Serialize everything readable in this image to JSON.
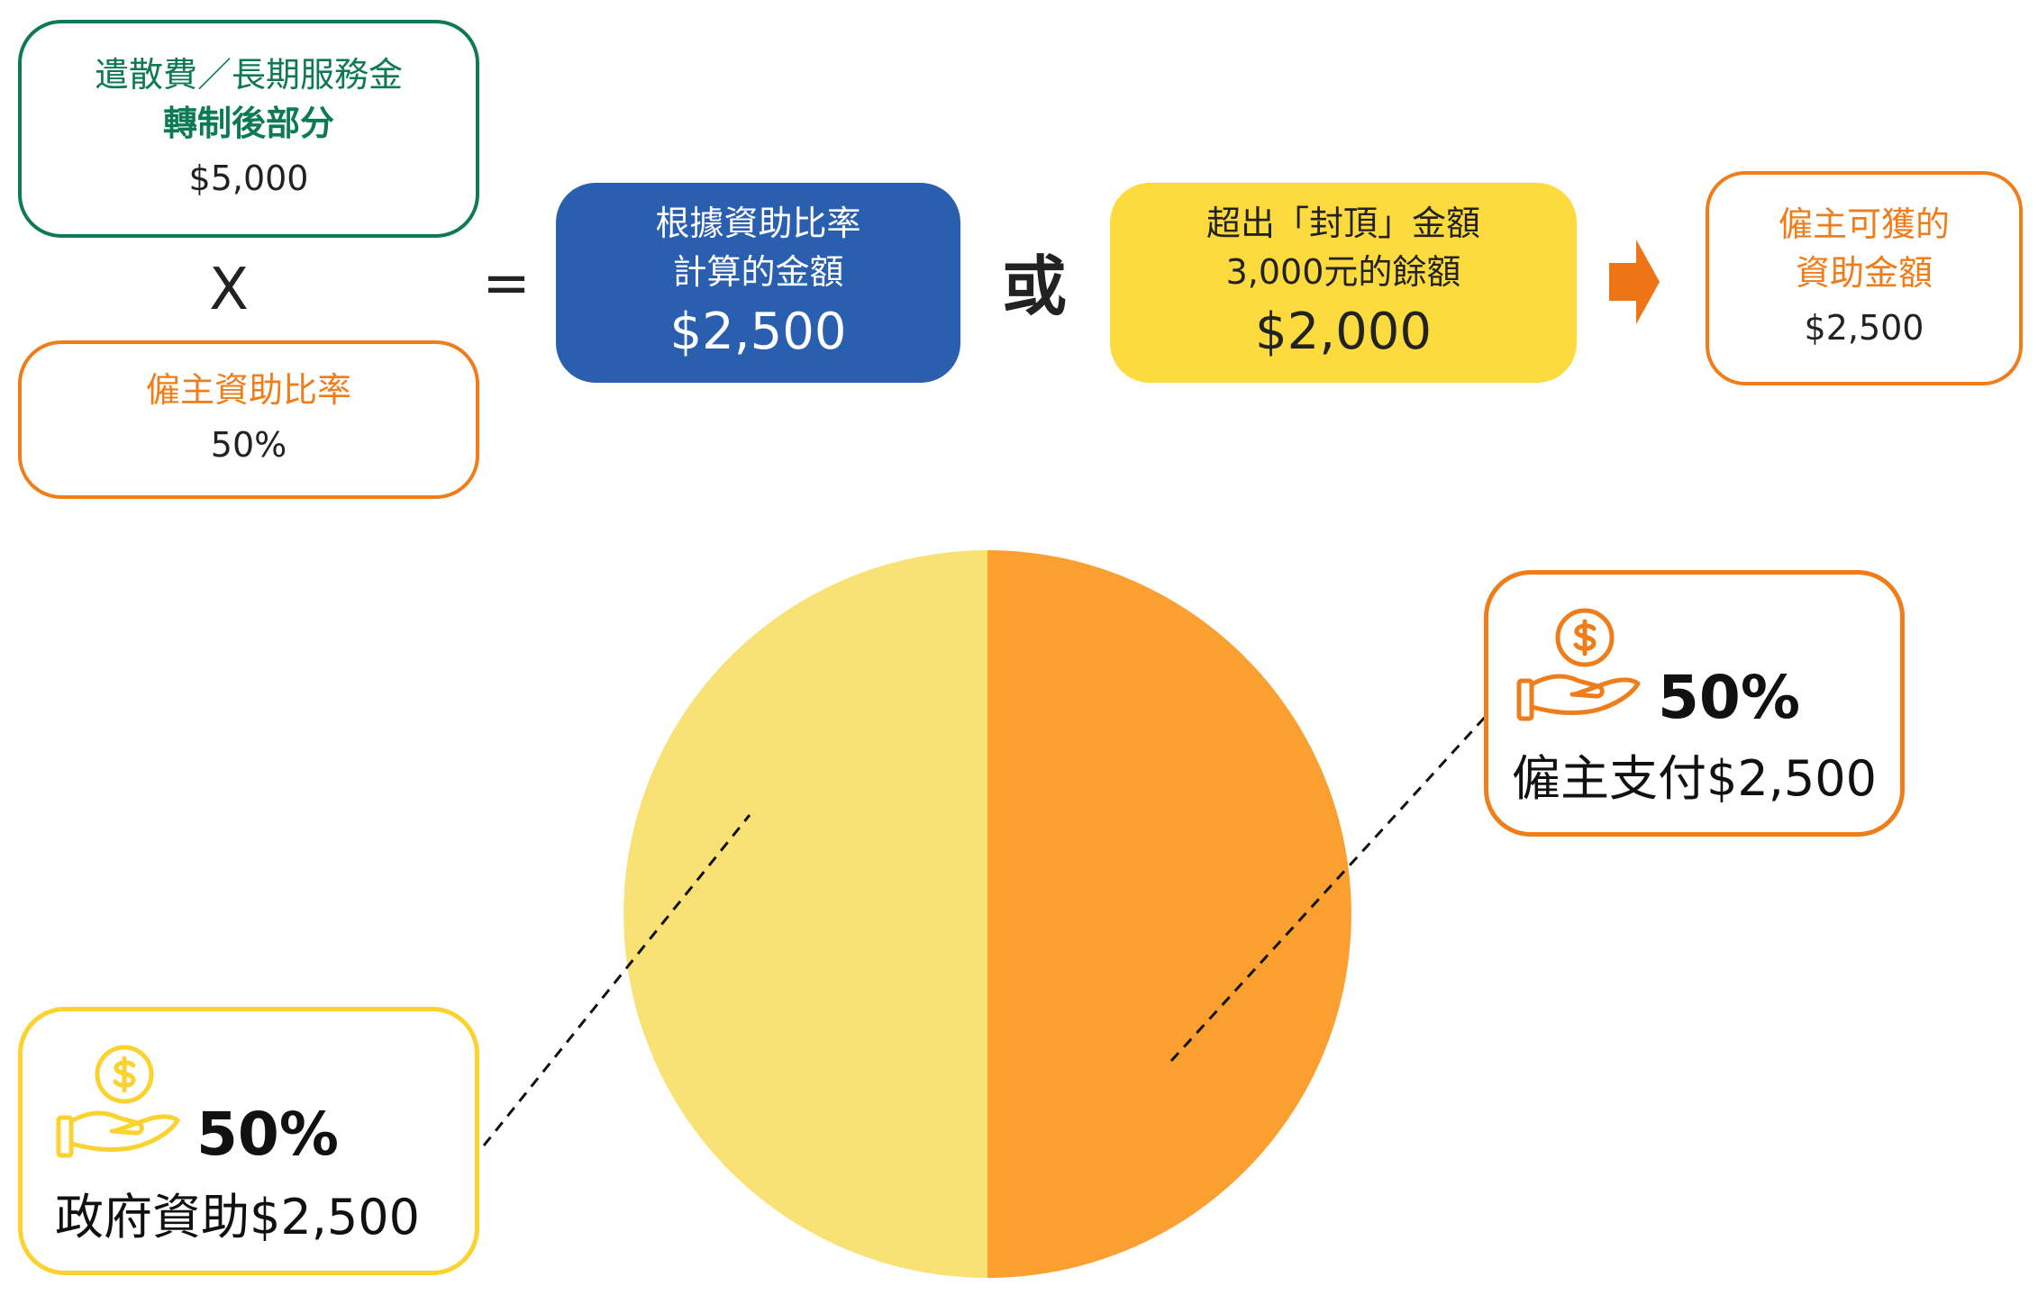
{
  "severance_box": {
    "line1": "遣散費／長期服務金",
    "line2": "轉制後部分",
    "amount": "$5,000"
  },
  "times_symbol": "X",
  "rate_box": {
    "label": "僱主資助比率",
    "value": "50%"
  },
  "equals_symbol": "=",
  "calc_box": {
    "line1": "根據資助比率",
    "line2": "計算的金額",
    "amount": "$2,500"
  },
  "or_label": "或",
  "cap_box": {
    "line1": "超出「封頂」金額",
    "line2": "3,000元的餘額",
    "amount": "$2,000"
  },
  "result_box": {
    "line1": "僱主可獲的",
    "line2": "資助金額",
    "amount": "$2,500"
  },
  "chart_data": {
    "type": "pie",
    "slices": [
      {
        "label": "僱主支付$2,500",
        "value": 50,
        "percent": "50%",
        "color": "#fb9f30"
      },
      {
        "label": "政府資助$2,500",
        "value": 50,
        "percent": "50%",
        "color": "#f9e275"
      }
    ]
  },
  "colors": {
    "green": "#0e7a55",
    "orange": "#ee7d1a",
    "blue": "#2a5faf",
    "yellow": "#fddb3e",
    "pie_orange": "#fb9f30",
    "pie_yellow": "#f9e275"
  },
  "icons": {
    "arrow": "arrow-right-icon",
    "coin_hand": "coin-in-hand-icon"
  }
}
